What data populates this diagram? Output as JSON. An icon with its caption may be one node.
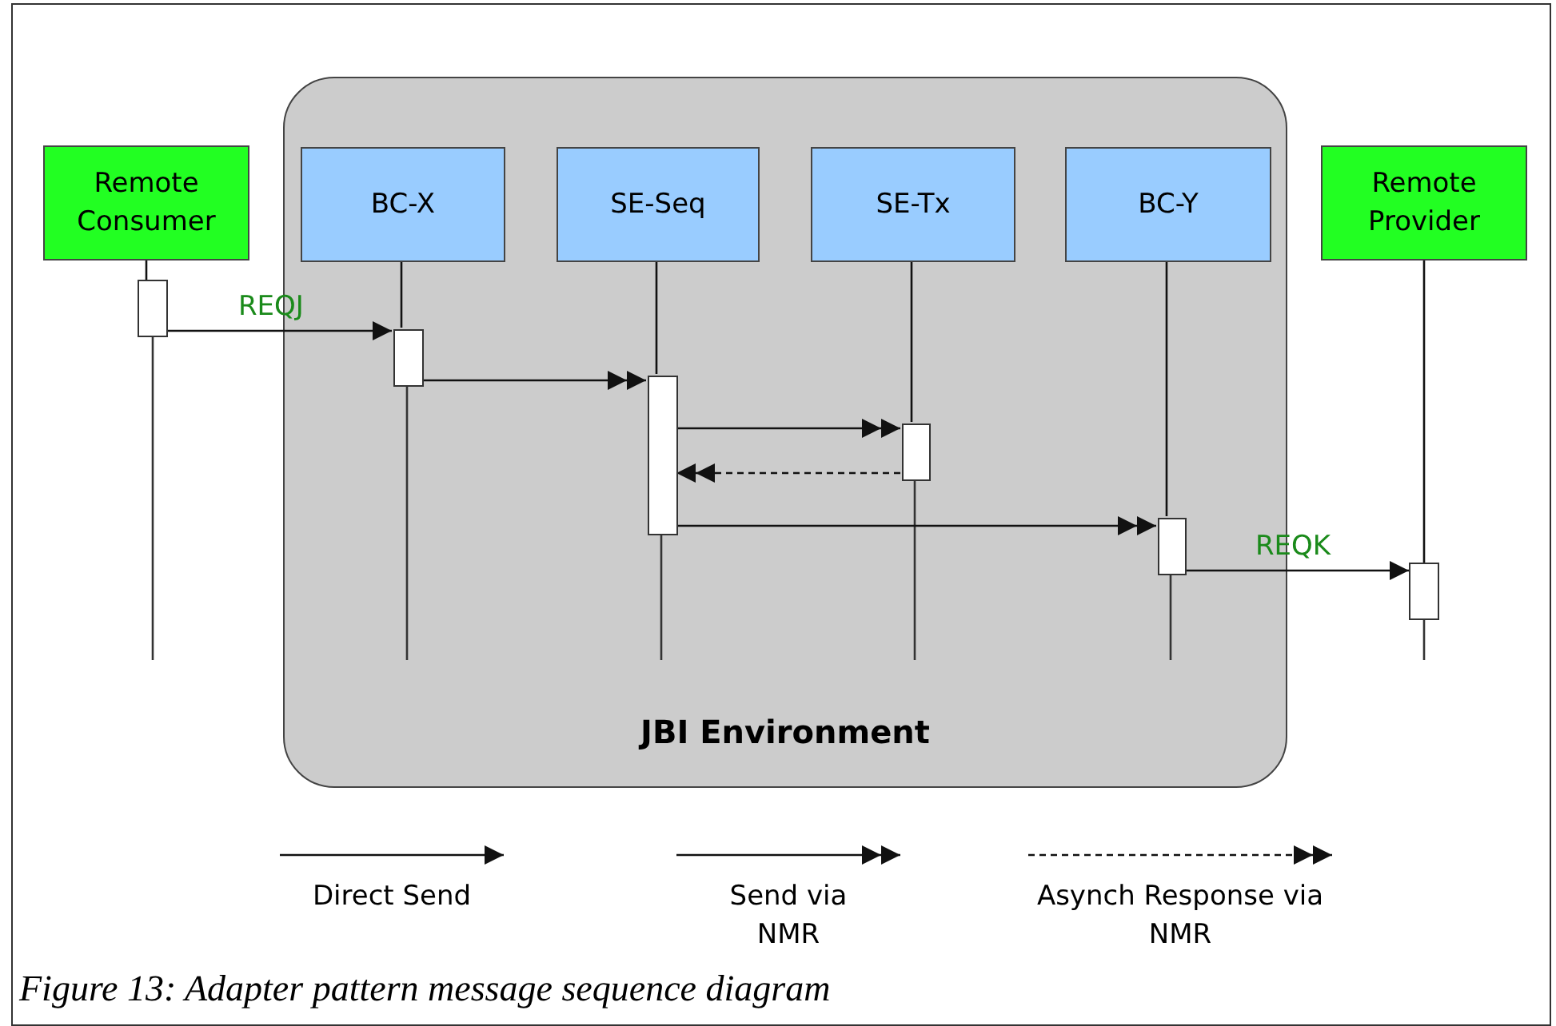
{
  "diagram": {
    "caption": "Figure 13: Adapter pattern message sequence diagram",
    "nodes": [
      {
        "text": [
          "JBI Environment"
        ]
      },
      {
        "text": [
          "Remote Consumer"
        ]
      },
      {
        "text": [
          "BC-X"
        ],
        "in": 0
      },
      {
        "text": [
          "SE-Seq"
        ],
        "in": 0
      },
      {
        "text": [
          "SE-Tx"
        ],
        "in": 0
      },
      {
        "text": [
          "BC-Y"
        ],
        "in": 0
      },
      {
        "text": [
          "Remote Provider"
        ]
      },
      {
        "text": [],
        "shape": "bar"
      },
      {
        "text": [],
        "shape": "bar",
        "in": 0
      },
      {
        "text": [],
        "shape": "bar",
        "in": 0
      },
      {
        "text": [],
        "shape": "bar",
        "in": 0
      },
      {
        "text": [],
        "shape": "bar",
        "in": 0
      },
      {
        "text": [],
        "shape": "bar"
      }
    ],
    "edges": [
      {
        "from": 7,
        "to": 8,
        "arrow": "to",
        "label": "REQJ"
      },
      {
        "from": 8,
        "to": 9,
        "arrow": "to"
      },
      {
        "from": 9,
        "to": 10,
        "arrow": "to"
      },
      {
        "from": 10,
        "to": 9,
        "arrow": "to",
        "style": "dashed"
      },
      {
        "from": 9,
        "to": 11,
        "arrow": "to"
      },
      {
        "from": 11,
        "to": 12,
        "arrow": "to",
        "label": "REQK"
      },
      {
        "from": 1,
        "to": 7,
        "arrow": "none"
      },
      {
        "from": 2,
        "to": 8,
        "arrow": "none"
      },
      {
        "from": 3,
        "to": 9,
        "arrow": "none"
      },
      {
        "from": 4,
        "to": 10,
        "arrow": "none"
      },
      {
        "from": 5,
        "to": 11,
        "arrow": "none"
      },
      {
        "from": 6,
        "to": 12,
        "arrow": "none"
      }
    ],
    "legend": [
      {
        "text": "Direct Send"
      },
      {
        "text": "Send via NMR"
      },
      {
        "text": "Asynch Response via NMR"
      }
    ]
  }
}
